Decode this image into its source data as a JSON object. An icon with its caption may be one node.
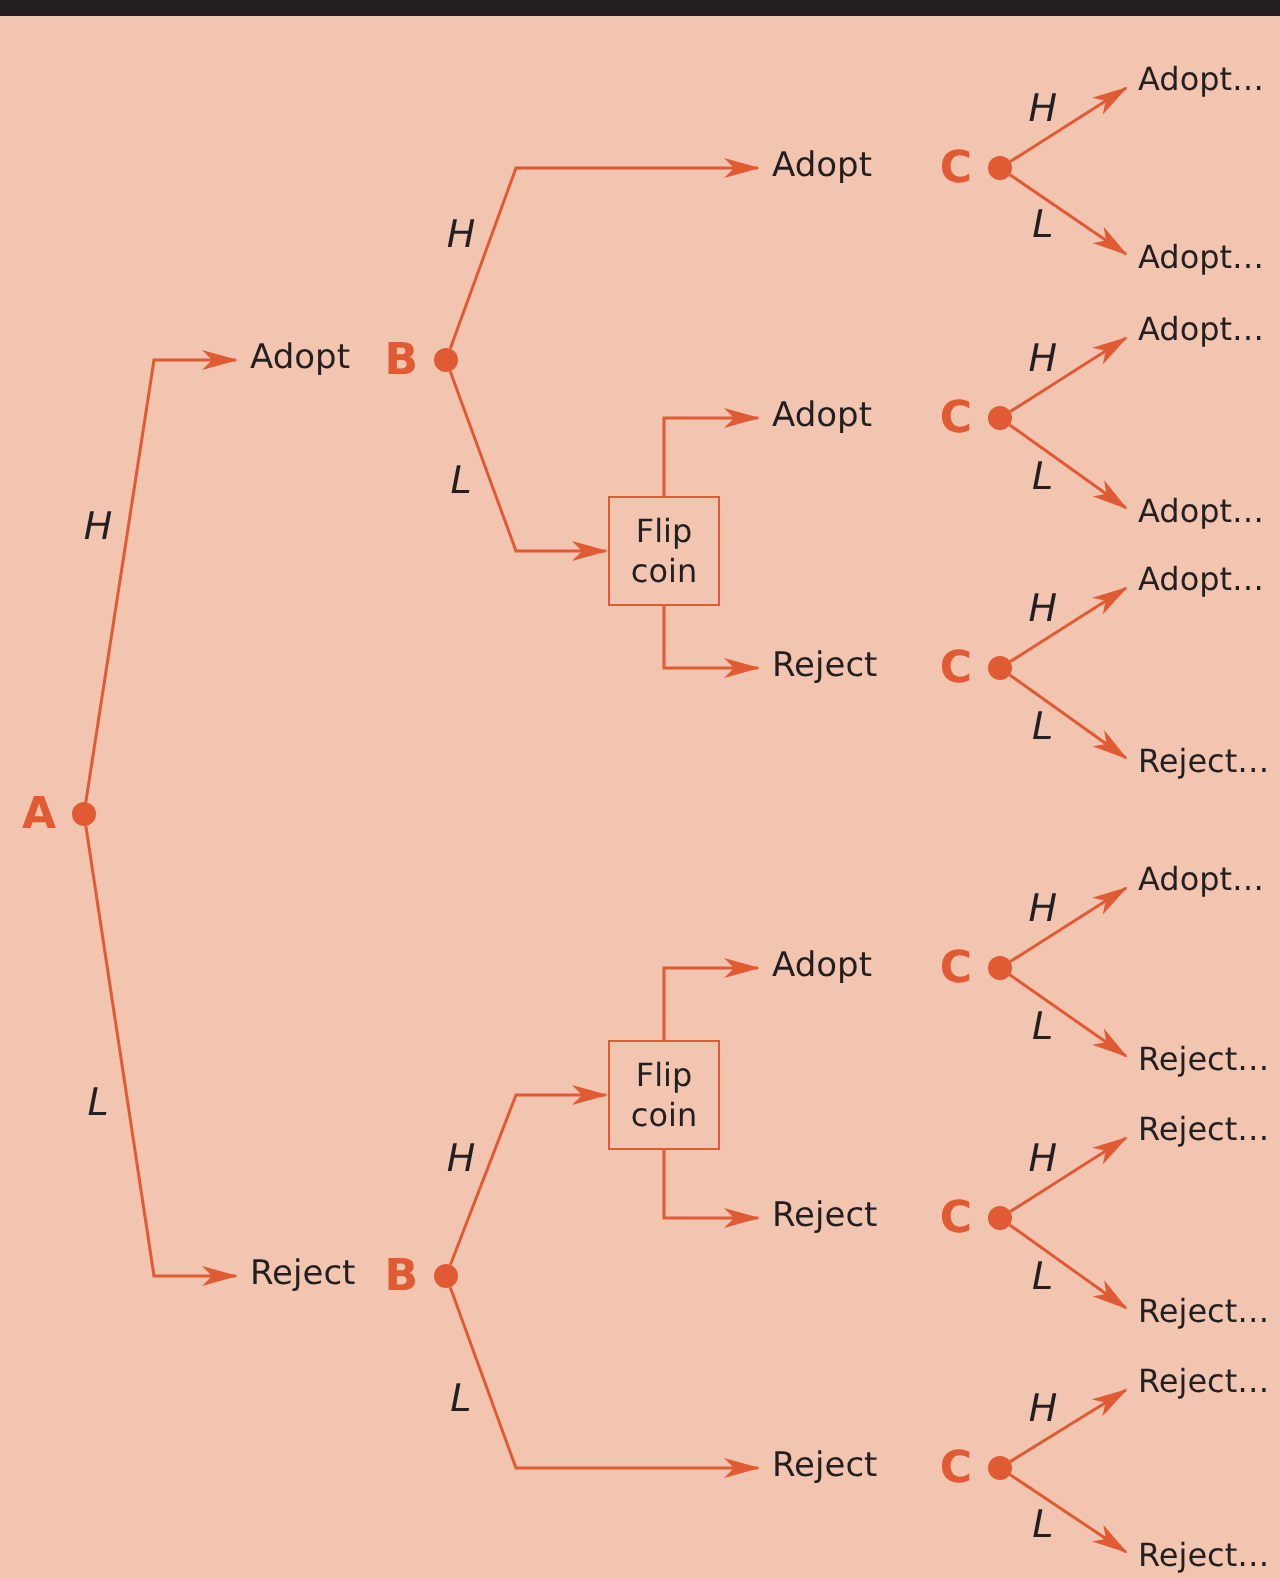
{
  "diagram": {
    "nodes": [
      {
        "text": [],
        "shape": "circle",
        "beside": [
          "A"
        ]
      },
      {
        "text": [
          "Adopt"
        ]
      },
      {
        "text": [],
        "shape": "circle",
        "beside": [
          "B"
        ]
      },
      {
        "text": [
          "Reject"
        ]
      },
      {
        "text": [],
        "shape": "circle",
        "beside": [
          "B"
        ]
      },
      {
        "text": [
          "Adopt"
        ]
      },
      {
        "text": [],
        "shape": "circle",
        "beside": [
          "C"
        ]
      },
      {
        "text": [
          "Flip coin"
        ]
      },
      {
        "text": [
          "Adopt"
        ]
      },
      {
        "text": [],
        "shape": "circle",
        "beside": [
          "C"
        ]
      },
      {
        "text": [
          "Reject"
        ]
      },
      {
        "text": [],
        "shape": "circle",
        "beside": [
          "C"
        ]
      },
      {
        "text": [
          "Flip coin"
        ]
      },
      {
        "text": [
          "Adopt"
        ]
      },
      {
        "text": [],
        "shape": "circle",
        "beside": [
          "C"
        ]
      },
      {
        "text": [
          "Reject"
        ]
      },
      {
        "text": [],
        "shape": "circle",
        "beside": [
          "C"
        ]
      },
      {
        "text": [
          "Reject"
        ]
      },
      {
        "text": [],
        "shape": "circle",
        "beside": [
          "C"
        ]
      },
      {
        "text": [
          "Adopt…"
        ]
      },
      {
        "text": [
          "Adopt…"
        ]
      },
      {
        "text": [
          "Adopt…"
        ]
      },
      {
        "text": [
          "Adopt…"
        ]
      },
      {
        "text": [
          "Adopt…"
        ]
      },
      {
        "text": [
          "Reject…"
        ]
      },
      {
        "text": [
          "Adopt…"
        ]
      },
      {
        "text": [
          "Reject…"
        ]
      },
      {
        "text": [
          "Reject…"
        ]
      },
      {
        "text": [
          "Reject…"
        ]
      },
      {
        "text": [
          "Reject…"
        ]
      },
      {
        "text": [
          "Reject…"
        ]
      }
    ],
    "edges": [
      {
        "from": 0,
        "to": 1,
        "arrow": "to",
        "label": "H"
      },
      {
        "from": 0,
        "to": 3,
        "arrow": "to",
        "label": "L"
      },
      {
        "from": 2,
        "to": 5,
        "arrow": "to",
        "label": "H"
      },
      {
        "from": 2,
        "to": 7,
        "arrow": "to",
        "label": "L"
      },
      {
        "from": 7,
        "to": 8,
        "arrow": "to"
      },
      {
        "from": 7,
        "to": 10,
        "arrow": "to"
      },
      {
        "from": 4,
        "to": 12,
        "arrow": "to",
        "label": "H"
      },
      {
        "from": 4,
        "to": 17,
        "arrow": "to",
        "label": "L"
      },
      {
        "from": 12,
        "to": 13,
        "arrow": "to"
      },
      {
        "from": 12,
        "to": 15,
        "arrow": "to"
      },
      {
        "from": 6,
        "to": 19,
        "arrow": "to",
        "label": "H"
      },
      {
        "from": 6,
        "to": 20,
        "arrow": "to",
        "label": "L"
      },
      {
        "from": 9,
        "to": 21,
        "arrow": "to",
        "label": "H"
      },
      {
        "from": 9,
        "to": 22,
        "arrow": "to",
        "label": "L"
      },
      {
        "from": 11,
        "to": 23,
        "arrow": "to",
        "label": "H"
      },
      {
        "from": 11,
        "to": 24,
        "arrow": "to",
        "label": "L"
      },
      {
        "from": 14,
        "to": 25,
        "arrow": "to",
        "label": "H"
      },
      {
        "from": 14,
        "to": 26,
        "arrow": "to",
        "label": "L"
      },
      {
        "from": 16,
        "to": 27,
        "arrow": "to",
        "label": "H"
      },
      {
        "from": 16,
        "to": 28,
        "arrow": "to",
        "label": "L"
      },
      {
        "from": 18,
        "to": 29,
        "arrow": "to",
        "label": "H"
      },
      {
        "from": 18,
        "to": 30,
        "arrow": "to",
        "label": "L"
      }
    ]
  }
}
